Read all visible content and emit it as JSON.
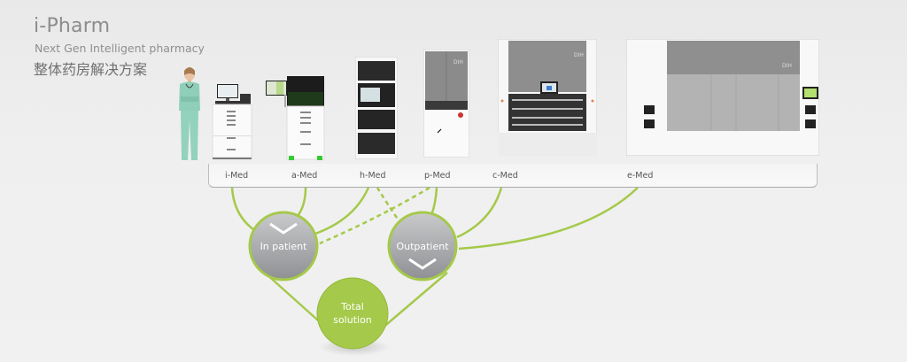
{
  "header": {
    "title": "i-Pharm",
    "subtitle": "Next Gen Intelligent pharmacy",
    "subtitle_cn": "整体药房解决方案"
  },
  "products": [
    {
      "id": "i-med",
      "label": "i-Med"
    },
    {
      "id": "a-med",
      "label": "a-Med"
    },
    {
      "id": "h-med",
      "label": "h-Med"
    },
    {
      "id": "p-med",
      "label": "p-Med"
    },
    {
      "id": "c-med",
      "label": "c-Med"
    },
    {
      "id": "e-med",
      "label": "e-Med"
    }
  ],
  "nodes": {
    "inpatient": {
      "label": "In patient"
    },
    "outpatient": {
      "label": "Outpatient"
    },
    "total": {
      "label_line1": "Total",
      "label_line2": "solution"
    }
  },
  "connections": {
    "inpatient": [
      "i-Med",
      "a-Med",
      "h-Med"
    ],
    "inpatient_optional": [
      "p-Med"
    ],
    "outpatient": [
      "p-Med",
      "c-Med",
      "e-Med"
    ],
    "outpatient_optional": [
      "h-Med"
    ]
  },
  "colors": {
    "accent_green": "#a5c94a",
    "node_gray": "#a8a9ab",
    "text_gray": "#8c8c8c"
  },
  "machine_badges": {
    "p-med": "DIH",
    "c-med": "DIH",
    "e-med": "DIH"
  }
}
